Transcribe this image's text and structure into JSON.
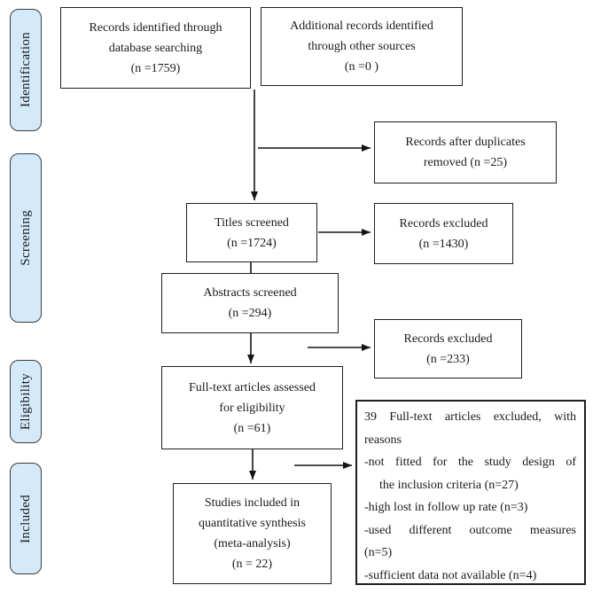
{
  "figure": {
    "kind": "PRISMA flow diagram"
  },
  "colors": {
    "stage_fill": "#d4eafb",
    "stage_border": "#3b3b3b",
    "box_border": "#1f1f1f",
    "arrow": "#141414",
    "background": "#ffffff"
  },
  "stages": [
    {
      "label": "Identification"
    },
    {
      "label": "Screening"
    },
    {
      "label": "Eligibility"
    },
    {
      "label": "Included"
    }
  ],
  "boxes": {
    "records_db": {
      "lines": [
        "Records identified through",
        "database searching",
        "(n =1759)"
      ]
    },
    "records_other": {
      "lines": [
        "Additional records identified",
        "through other sources",
        "(n =0 )"
      ]
    },
    "duplicates_removed": {
      "lines": [
        "Records after duplicates",
        "removed (n =25)"
      ]
    },
    "titles_screened": {
      "lines": [
        "Titles screened",
        "(n =1724)"
      ]
    },
    "records_excluded_titles": {
      "lines": [
        "Records excluded",
        "(n =1430)"
      ]
    },
    "abstracts_screened": {
      "lines": [
        "Abstracts screened",
        "(n =294)"
      ]
    },
    "records_excluded_abstracts": {
      "lines": [
        "Records excluded",
        "(n =233)"
      ]
    },
    "fulltext_assessed": {
      "lines": [
        "Full-text articles assessed",
        "for eligibility",
        "(n =61)"
      ]
    },
    "studies_included": {
      "lines": [
        "Studies included in",
        "quantitative synthesis",
        "(meta-analysis)",
        "(n = 22)"
      ]
    },
    "fulltext_excluded": {
      "lines": [
        "39 Full-text articles excluded, with",
        "reasons",
        "-not fitted for the study design of",
        "the inclusion criteria (n=27)",
        "-high lost in follow up rate (n=3)",
        "-used different outcome measures",
        "(n=5)",
        "-sufficient data not available (n=4)"
      ]
    }
  }
}
